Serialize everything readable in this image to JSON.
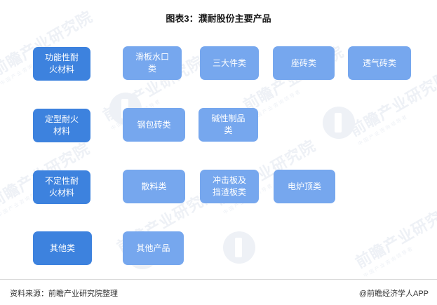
{
  "title": "图表3：濮耐股份主要产品",
  "colors": {
    "primary": "#3d82de",
    "secondary": "#76a7ee",
    "title_text": "#1a1a1a",
    "footer_text": "#333333",
    "watermark": "#eef1f6",
    "background": "#ffffff"
  },
  "rows": [
    {
      "category": "功能性耐火材料",
      "products": [
        "滑板水口类",
        "三大件类",
        "座砖类",
        "透气砖类"
      ]
    },
    {
      "category": "定型耐火材料",
      "products": [
        "钢包砖类",
        "碱性制品类"
      ]
    },
    {
      "category": "不定性耐火材料",
      "products": [
        "散料类",
        "冲击板及挡渣板类",
        "电炉顶类"
      ]
    },
    {
      "category": "其他类",
      "products": [
        "其他产品"
      ]
    }
  ],
  "nodes": {
    "r1c0": "功能性耐\n火材料",
    "r1c1": "滑板水口\n类",
    "r1c2": "三大件类",
    "r1c3": "座砖类",
    "r1c4": "透气砖类",
    "r2c0": "定型耐火\n材料",
    "r2c1": "钢包砖类",
    "r2c2": "碱性制品\n类",
    "r3c0": "不定性耐\n火材料",
    "r3c1": "散料类",
    "r3c2": "冲击板及\n挡渣板类",
    "r3c3": "电炉顶类",
    "r4c0": "其他类",
    "r4c1": "其他产品"
  },
  "watermarks": {
    "brand": "前瞻产业研究院",
    "sub": "中国产业咨询领导者",
    "logo_name": "qianzhan-logo-watermark"
  },
  "footer": {
    "source": "资料来源：前瞻产业研究院整理",
    "brand": "@前瞻经济学人APP"
  }
}
